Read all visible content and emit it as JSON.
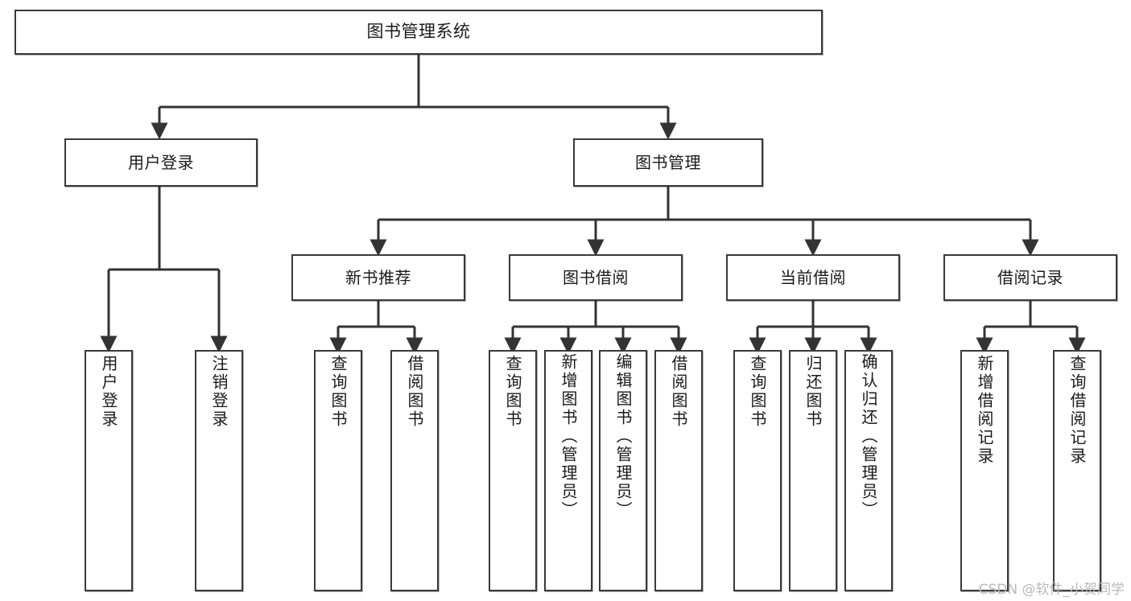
{
  "diagram": {
    "type": "tree-hierarchy",
    "title": "图书管理系统",
    "watermark": "CSDN @软件_小贺同学",
    "theme": {
      "background": "#ffffff",
      "box_border": "#3a3a3a",
      "box_fill": "#ffffff",
      "edge_color": "#333333",
      "text_color": "#1a1a1a",
      "watermark_color": "#b9b9b9"
    },
    "root": {
      "label": "图书管理系统"
    },
    "level1": [
      {
        "id": "user-login",
        "label": "用户登录"
      },
      {
        "id": "book-manage",
        "label": "图书管理"
      }
    ],
    "level2": [
      {
        "id": "new-book-recommend",
        "label": "新书推荐",
        "parent": "book-manage"
      },
      {
        "id": "book-borrow",
        "label": "图书借阅",
        "parent": "book-manage"
      },
      {
        "id": "current-borrow",
        "label": "当前借阅",
        "parent": "book-manage"
      },
      {
        "id": "borrow-record",
        "label": "借阅记录",
        "parent": "book-manage"
      }
    ],
    "leaves": {
      "user-login": [
        {
          "id": "leaf-user-login",
          "label": "用户登录"
        },
        {
          "id": "leaf-user-logout",
          "label": "注销登录"
        }
      ],
      "new-book-recommend": [
        {
          "id": "leaf-query-book-1",
          "label": "查询图书"
        },
        {
          "id": "leaf-borrow-book-1",
          "label": "借阅图书"
        }
      ],
      "book-borrow": [
        {
          "id": "leaf-query-book-2",
          "label": "查询图书"
        },
        {
          "id": "leaf-add-book",
          "label": "新增图书（管理员）"
        },
        {
          "id": "leaf-edit-book",
          "label": "编辑图书（管理员）"
        },
        {
          "id": "leaf-borrow-book-2",
          "label": "借阅图书"
        }
      ],
      "current-borrow": [
        {
          "id": "leaf-query-book-3",
          "label": "查询图书"
        },
        {
          "id": "leaf-return-book",
          "label": "归还图书"
        },
        {
          "id": "leaf-confirm-return",
          "label": "确认归还（管理员）"
        }
      ],
      "borrow-record": [
        {
          "id": "leaf-add-record",
          "label": "新增借阅记录"
        },
        {
          "id": "leaf-query-record",
          "label": "查询借阅记录"
        }
      ]
    }
  }
}
